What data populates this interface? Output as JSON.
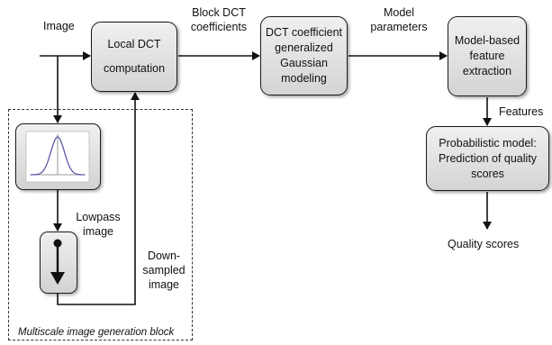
{
  "labels": {
    "image": "Image",
    "block_dct": [
      "Block DCT",
      "coefficients"
    ],
    "model_params": [
      "Model",
      "parameters"
    ],
    "features": "Features",
    "lowpass": [
      "Lowpass",
      "image"
    ],
    "downsampled": [
      "Down-",
      "sampled",
      "image"
    ],
    "quality_scores": "Quality scores",
    "multiscale_caption": "Multiscale image generation block"
  },
  "blocks": {
    "local_dct": [
      "Local DCT",
      "computation"
    ],
    "gaussian": [
      "DCT coefficient",
      "generalized",
      "Gaussian",
      "modeling"
    ],
    "feature_extraction": [
      "Model-based",
      "feature",
      "extraction"
    ],
    "probabilistic": [
      "Probabilistic model:",
      "Prediction of quality",
      "scores"
    ]
  },
  "icons": {
    "lowpass_filter": "gaussian-curve-icon",
    "downsampler": "downsample-arrow-icon"
  },
  "colors": {
    "gaussian_curve": "#5a5aa8",
    "block_fill": "#e2e2e2"
  }
}
